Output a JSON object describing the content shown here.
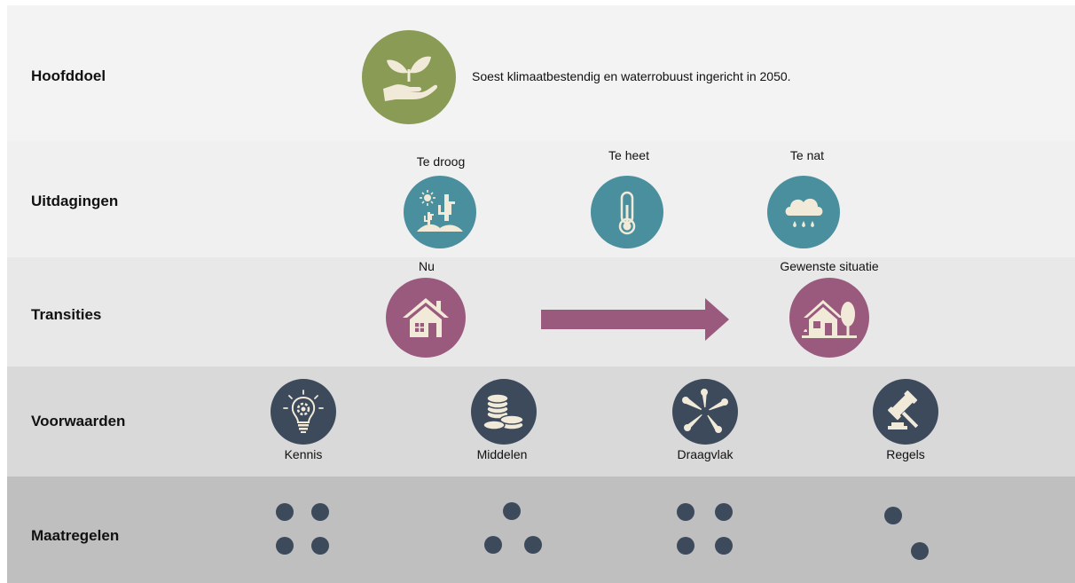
{
  "rows": {
    "hoofddoel": "Hoofddoel",
    "uitdagingen": "Uitdagingen",
    "transities": "Transities",
    "voorwaarden": "Voorwaarden",
    "maatregelen": "Maatregelen"
  },
  "hoofddoel": {
    "text": "Soest klimaatbestendig en waterrobuust ingericht in 2050.",
    "icon": "plant-in-hand-icon"
  },
  "uitdagingen": [
    {
      "label": "Te droog",
      "icon": "desert-cactus-icon"
    },
    {
      "label": "Te heet",
      "icon": "thermometer-icon"
    },
    {
      "label": "Te nat",
      "icon": "rain-cloud-icon"
    }
  ],
  "transities": {
    "from": {
      "label": "Nu",
      "icon": "house-icon"
    },
    "to": {
      "label": "Gewenste situatie",
      "icon": "house-with-tree-icon"
    },
    "arrow": "right-arrow-icon"
  },
  "voorwaarden": [
    {
      "label": "Kennis",
      "icon": "lightbulb-gear-icon"
    },
    {
      "label": "Middelen",
      "icon": "coins-icon"
    },
    {
      "label": "Draagvlak",
      "icon": "joined-hands-icon"
    },
    {
      "label": "Regels",
      "icon": "gavel-icon"
    }
  ],
  "colors": {
    "green": "#8a9b55",
    "teal": "#4a8f9e",
    "purple": "#9a5a7e",
    "navy": "#3d4a5c",
    "icon_fill": "#f1ead8"
  }
}
